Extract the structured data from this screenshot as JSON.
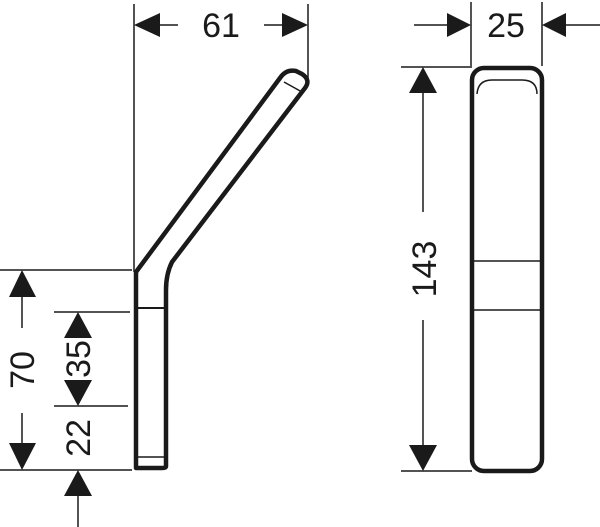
{
  "drawing": {
    "type": "technical dimension drawing",
    "subject": "double robe hook - side and front view",
    "units": "mm",
    "colors": {
      "line": "#1a1a1a",
      "background": "#ffffff"
    }
  },
  "side_view": {
    "dimensions": {
      "width": "61",
      "overall_height": "70",
      "mount_segment": "35",
      "bottom_offset": "22"
    }
  },
  "front_view": {
    "dimensions": {
      "width": "25",
      "height": "143"
    }
  }
}
